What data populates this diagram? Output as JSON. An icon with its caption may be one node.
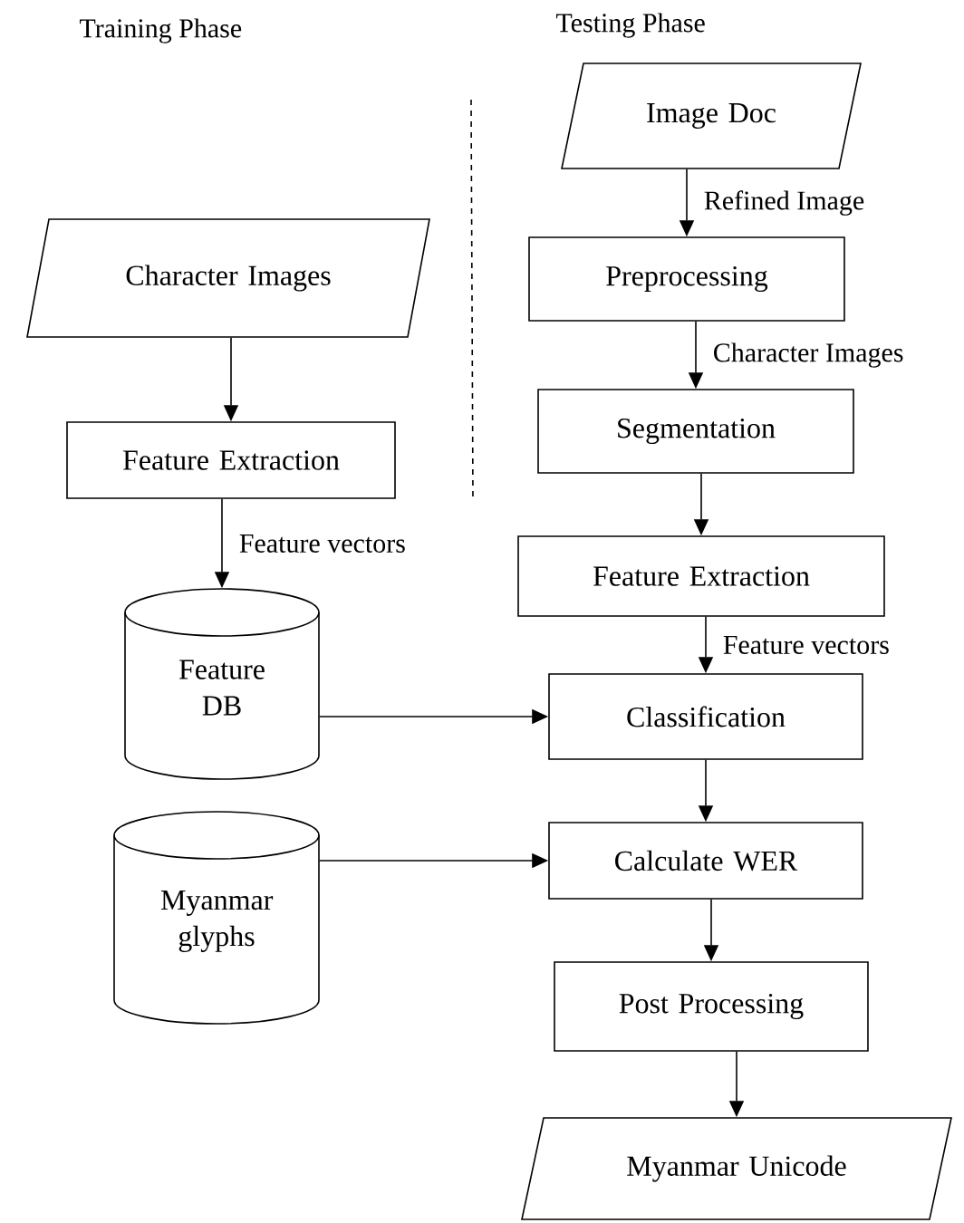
{
  "diagram": {
    "nodes": [
      {
        "text": [
          "Character Images"
        ]
      },
      {
        "text": [
          "Feature Extraction"
        ]
      },
      {
        "text": [
          "Feature DB"
        ]
      },
      {
        "text": [
          "Myanmar glyphs"
        ]
      },
      {
        "text": [
          "Image Doc"
        ]
      },
      {
        "text": [
          "Preprocessing"
        ]
      },
      {
        "text": [
          "Segmentation"
        ]
      },
      {
        "text": [
          "Feature Extraction"
        ]
      },
      {
        "text": [
          "Classification"
        ]
      },
      {
        "text": [
          "Calculate WER"
        ]
      },
      {
        "text": [
          "Post Processing"
        ]
      },
      {
        "text": [
          "Myanmar Unicode"
        ]
      }
    ],
    "edges": [
      {
        "from": 0,
        "to": 1,
        "arrow": "to"
      },
      {
        "from": 1,
        "to": 2,
        "arrow": "to",
        "label": "Feature vectors"
      },
      {
        "from": 4,
        "to": 5,
        "arrow": "to",
        "label": "Refined Image"
      },
      {
        "from": 5,
        "to": 6,
        "arrow": "to",
        "label": "Character Images"
      },
      {
        "from": 6,
        "to": 7,
        "arrow": "to"
      },
      {
        "from": 7,
        "to": 8,
        "arrow": "to",
        "label": "Feature vectors"
      },
      {
        "from": 2,
        "to": 8,
        "arrow": "to"
      },
      {
        "from": 8,
        "to": 9,
        "arrow": "to"
      },
      {
        "from": 3,
        "to": 9,
        "arrow": "to"
      },
      {
        "from": 9,
        "to": 10,
        "arrow": "to"
      },
      {
        "from": 10,
        "to": 11,
        "arrow": "to"
      }
    ],
    "labels": [
      "Training Phase",
      "Testing Phase"
    ]
  }
}
